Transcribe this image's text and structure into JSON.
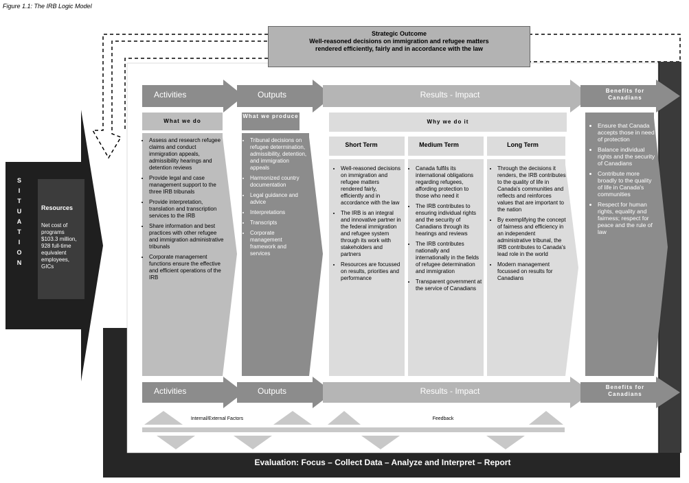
{
  "figure_title": "Figure 1.1: The IRB Logic Model",
  "strategic_outcome": {
    "heading": "Strategic Outcome",
    "line1": "Well-reasoned decisions on immigration and refugee matters",
    "line2": "rendered efficiently, fairly and in accordance with the law"
  },
  "situation": [
    "S",
    "I",
    "T",
    "U",
    "A",
    "T",
    "I",
    "O",
    "N"
  ],
  "resources": {
    "title": "Resources",
    "text": "Net cost of programs $103.3 million, 928 full-time equivalent employees, GICs"
  },
  "top_arrows": {
    "activities": "Activities",
    "outputs": "Outputs",
    "results": "Results - Impact",
    "benefits": "Benefits for Canadians"
  },
  "bottom_arrows": {
    "activities": "Activities",
    "outputs": "Outputs",
    "results": "Results - Impact",
    "benefits": "Benefits for Canadians"
  },
  "subheaders": {
    "what_we_do": "What we do",
    "what_we_produce": "What we produce",
    "why_we_do_it": "Why we do it",
    "short_term": "Short Term",
    "medium_term": "Medium Term",
    "long_term": "Long Term"
  },
  "activities_items": [
    "Assess and research refugee claims and conduct immigration appeals, admissibility hearings and detention reviews",
    "Provide legal and case management support to the three IRB tribunals",
    "Provide interpretation, translation and transcription services to the IRB",
    "Share information and best practices with other refugee and immigration administrative tribunals",
    "Corporate management functions ensure the effective and efficient operations of the IRB"
  ],
  "outputs_items": [
    "Tribunal decisions on refugee determination, admissibility, detention, and immigration appeals",
    "Harmonized country documentation",
    "Legal guidance and advice",
    "Interpretations",
    "Transcripts",
    "Corporate management framework and services"
  ],
  "short_term_items": [
    "Well-reasoned decisions on immigration and refugee matters rendered fairly, efficiently and in accordance with the law",
    "The IRB is an integral and innovative partner in the federal immigration and refugee system through its work with stakeholders and partners",
    "Resources are focussed on results, priorities and performance"
  ],
  "medium_term_items": [
    "Canada fulfils its international obligations regarding refugees, affording protection to those who need it",
    "The IRB contributes to ensuring individual rights and the security of Canadians through its hearings and reviews",
    "The IRB contributes nationally and internationally in the fields of refugee determination and immigration",
    "Transparent government at the service of Canadians"
  ],
  "long_term_items": [
    "Through the decisions it renders, the IRB contributes to the quality of life in Canada's communities and reflects and reinforces values that are important to the nation",
    "By exemplifying the concept of fairness and efficiency in an independent administrative tribunal, the IRB contributes to Canada's lead role in the world",
    "Modern management focussed on results for Canadians"
  ],
  "benefits_items": [
    "Ensure that Canada accepts those in need of protection",
    "Balance individual rights and the security of Canadians",
    "Contribute more broadly to the quality of life in Canada's communities",
    "Respect for human rights, equality and fairness; respect for peace and the rule of law"
  ],
  "factors_label": "Internal/External Factors",
  "feedback_label": "Feedback",
  "evaluation": "Evaluation: Focus – Collect Data – Analyze and Interpret – Report"
}
